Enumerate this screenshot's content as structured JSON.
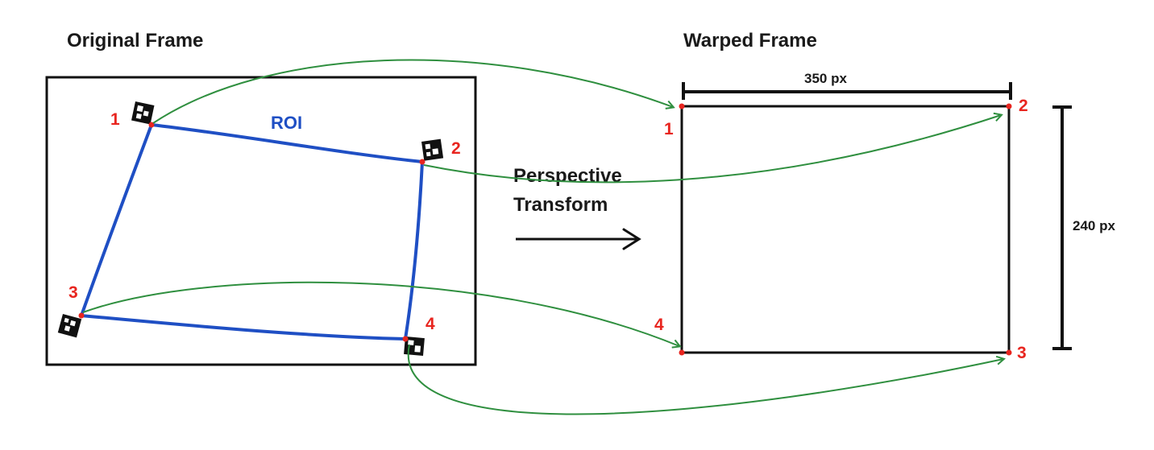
{
  "titles": {
    "original": "Original Frame",
    "warped": "Warped Frame"
  },
  "roi_label": "ROI",
  "transform_label": {
    "line1": "Perspective",
    "line2": "Transform"
  },
  "dimensions": {
    "width": "350 px",
    "height": "240 px"
  },
  "source_corners": [
    "1",
    "2",
    "3",
    "4"
  ],
  "warped_corners": [
    "1",
    "2",
    "3",
    "4"
  ],
  "colors": {
    "roi": "#1f4fc4",
    "arrows": "#2f8f3f",
    "corner_labels": "#e8251f",
    "frame": "#111111"
  },
  "icons": {
    "marker": "aruco-marker-icon",
    "arrow": "right-arrow-icon"
  }
}
